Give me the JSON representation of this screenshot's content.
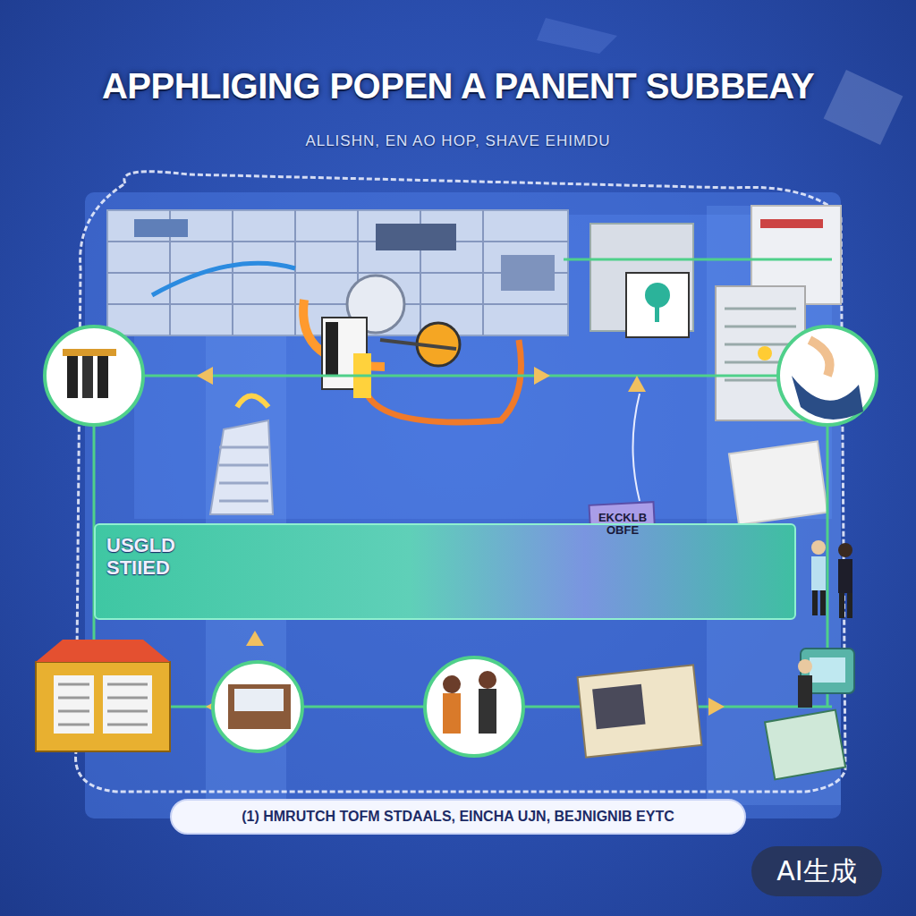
{
  "diagram": {
    "title": "APPHLIGING POPEN A PANENT SUBBEAY",
    "caption": "(1) HMRUTCH TOFM STDAALS, EINCHA UJN, BEJNIGNIB EYTC",
    "nodes": [
      {
        "text": [
          "USGLD STIIED"
        ]
      }
    ],
    "labels": [
      "ALLISHN, EN AO HOP, SHAVE EHIMDU",
      "EKCKLB OBFE",
      "AI生成"
    ]
  }
}
